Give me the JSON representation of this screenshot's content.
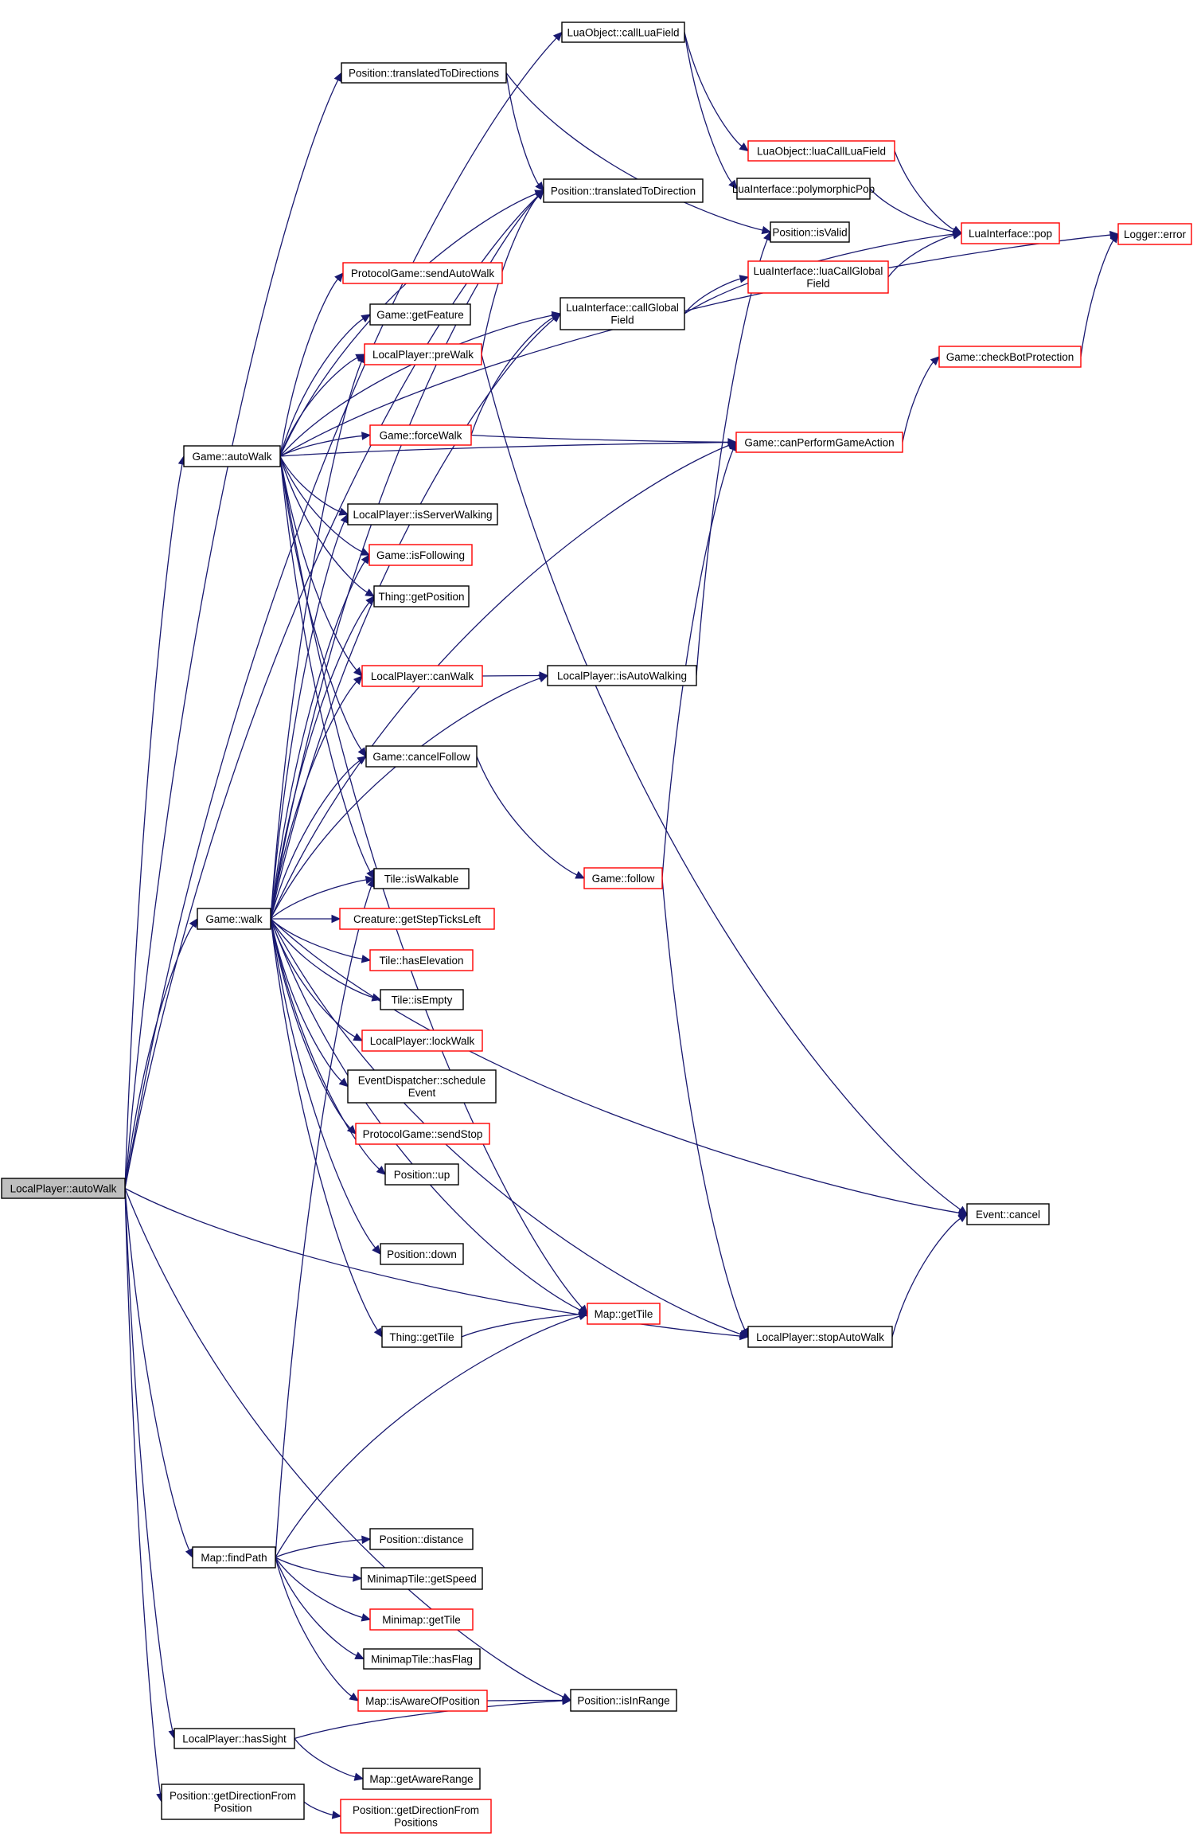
{
  "colors": {
    "edge": "#191970",
    "border_normal": "#000000",
    "border_truncated": "#ff0000",
    "root_fill": "#bfbfbf",
    "fill": "#ffffff"
  },
  "nodes": [
    {
      "id": "root",
      "label": [
        "LocalPlayer::autoWalk"
      ],
      "style": "root"
    },
    {
      "id": "lua_callLuaField",
      "label": [
        "LuaObject::callLuaField"
      ],
      "style": "normal"
    },
    {
      "id": "pos_translatedToDirections",
      "label": [
        "Position::translatedToDirections"
      ],
      "style": "normal"
    },
    {
      "id": "lua_luaCallLuaField",
      "label": [
        "LuaObject::luaCallLuaField"
      ],
      "style": "truncated"
    },
    {
      "id": "pos_translatedToDirection",
      "label": [
        "Position::translatedToDirection"
      ],
      "style": "normal"
    },
    {
      "id": "lua_polymorphicPop",
      "label": [
        "LuaInterface::polymorphicPop"
      ],
      "style": "normal"
    },
    {
      "id": "pos_isValid",
      "label": [
        "Position::isValid"
      ],
      "style": "normal"
    },
    {
      "id": "lua_pop",
      "label": [
        "LuaInterface::pop"
      ],
      "style": "truncated"
    },
    {
      "id": "logger_error",
      "label": [
        "Logger::error"
      ],
      "style": "truncated"
    },
    {
      "id": "pg_sendAutoWalk",
      "label": [
        "ProtocolGame::sendAutoWalk"
      ],
      "style": "truncated"
    },
    {
      "id": "lua_luaCallGlobalField",
      "label": [
        "LuaInterface::luaCallGlobal",
        "Field"
      ],
      "style": "truncated"
    },
    {
      "id": "lua_callGlobalField",
      "label": [
        "LuaInterface::callGlobal",
        "Field"
      ],
      "style": "normal"
    },
    {
      "id": "game_getFeature",
      "label": [
        "Game::getFeature"
      ],
      "style": "normal"
    },
    {
      "id": "lp_preWalk",
      "label": [
        "LocalPlayer::preWalk"
      ],
      "style": "truncated"
    },
    {
      "id": "game_checkBotProtection",
      "label": [
        "Game::checkBotProtection"
      ],
      "style": "truncated"
    },
    {
      "id": "game_autoWalk",
      "label": [
        "Game::autoWalk"
      ],
      "style": "normal"
    },
    {
      "id": "game_forceWalk",
      "label": [
        "Game::forceWalk"
      ],
      "style": "truncated"
    },
    {
      "id": "game_canPerformGameAction",
      "label": [
        "Game::canPerformGameAction"
      ],
      "style": "truncated"
    },
    {
      "id": "lp_isServerWalking",
      "label": [
        "LocalPlayer::isServerWalking"
      ],
      "style": "normal"
    },
    {
      "id": "game_isFollowing",
      "label": [
        "Game::isFollowing"
      ],
      "style": "truncated"
    },
    {
      "id": "thing_getPosition",
      "label": [
        "Thing::getPosition"
      ],
      "style": "normal"
    },
    {
      "id": "lp_canWalk",
      "label": [
        "LocalPlayer::canWalk"
      ],
      "style": "truncated"
    },
    {
      "id": "lp_isAutoWalking",
      "label": [
        "LocalPlayer::isAutoWalking"
      ],
      "style": "normal"
    },
    {
      "id": "game_cancelFollow",
      "label": [
        "Game::cancelFollow"
      ],
      "style": "normal"
    },
    {
      "id": "game_follow",
      "label": [
        "Game::follow"
      ],
      "style": "truncated"
    },
    {
      "id": "tile_isWalkable",
      "label": [
        "Tile::isWalkable"
      ],
      "style": "normal"
    },
    {
      "id": "game_walk",
      "label": [
        "Game::walk"
      ],
      "style": "normal"
    },
    {
      "id": "creature_getStepTicksLeft",
      "label": [
        "Creature::getStepTicksLeft"
      ],
      "style": "truncated"
    },
    {
      "id": "tile_hasElevation",
      "label": [
        "Tile::hasElevation"
      ],
      "style": "truncated"
    },
    {
      "id": "tile_isEmpty",
      "label": [
        "Tile::isEmpty"
      ],
      "style": "normal"
    },
    {
      "id": "lp_lockWalk",
      "label": [
        "LocalPlayer::lockWalk"
      ],
      "style": "truncated"
    },
    {
      "id": "ed_scheduleEvent",
      "label": [
        "EventDispatcher::schedule",
        "Event"
      ],
      "style": "normal"
    },
    {
      "id": "pg_sendStop",
      "label": [
        "ProtocolGame::sendStop"
      ],
      "style": "truncated"
    },
    {
      "id": "pos_up",
      "label": [
        "Position::up"
      ],
      "style": "normal"
    },
    {
      "id": "event_cancel",
      "label": [
        "Event::cancel"
      ],
      "style": "normal"
    },
    {
      "id": "pos_down",
      "label": [
        "Position::down"
      ],
      "style": "normal"
    },
    {
      "id": "map_getTile",
      "label": [
        "Map::getTile"
      ],
      "style": "truncated"
    },
    {
      "id": "thing_getTile",
      "label": [
        "Thing::getTile"
      ],
      "style": "normal"
    },
    {
      "id": "lp_stopAutoWalk",
      "label": [
        "LocalPlayer::stopAutoWalk"
      ],
      "style": "normal"
    },
    {
      "id": "pos_distance",
      "label": [
        "Position::distance"
      ],
      "style": "normal"
    },
    {
      "id": "map_findPath",
      "label": [
        "Map::findPath"
      ],
      "style": "normal"
    },
    {
      "id": "mmt_getSpeed",
      "label": [
        "MinimapTile::getSpeed"
      ],
      "style": "normal"
    },
    {
      "id": "minimap_getTile",
      "label": [
        "Minimap::getTile"
      ],
      "style": "truncated"
    },
    {
      "id": "mmt_hasFlag",
      "label": [
        "MinimapTile::hasFlag"
      ],
      "style": "normal"
    },
    {
      "id": "map_isAwareOfPosition",
      "label": [
        "Map::isAwareOfPosition"
      ],
      "style": "truncated"
    },
    {
      "id": "pos_isInRange",
      "label": [
        "Position::isInRange"
      ],
      "style": "normal"
    },
    {
      "id": "lp_hasSight",
      "label": [
        "LocalPlayer::hasSight"
      ],
      "style": "normal"
    },
    {
      "id": "map_getAwareRange",
      "label": [
        "Map::getAwareRange"
      ],
      "style": "normal"
    },
    {
      "id": "pos_getDirectionFromPosition",
      "label": [
        "Position::getDirectionFrom",
        "Position"
      ],
      "style": "normal"
    },
    {
      "id": "pos_getDirectionFromPositions",
      "label": [
        "Position::getDirectionFrom",
        "Positions"
      ],
      "style": "truncated"
    }
  ],
  "edges": [
    [
      "root",
      "lua_callLuaField"
    ],
    [
      "root",
      "pos_translatedToDirections"
    ],
    [
      "root",
      "pos_translatedToDirection"
    ],
    [
      "root",
      "game_autoWalk"
    ],
    [
      "root",
      "game_walk"
    ],
    [
      "root",
      "lp_stopAutoWalk"
    ],
    [
      "root",
      "pos_isInRange"
    ],
    [
      "root",
      "map_findPath"
    ],
    [
      "root",
      "lp_hasSight"
    ],
    [
      "root",
      "pos_getDirectionFromPosition"
    ],
    [
      "lua_callLuaField",
      "lua_luaCallLuaField"
    ],
    [
      "lua_callLuaField",
      "lua_polymorphicPop"
    ],
    [
      "lua_luaCallLuaField",
      "lua_pop"
    ],
    [
      "lua_polymorphicPop",
      "lua_pop"
    ],
    [
      "pos_translatedToDirections",
      "pos_translatedToDirection"
    ],
    [
      "pos_translatedToDirections",
      "pos_isValid"
    ],
    [
      "lua_callGlobalField",
      "lua_luaCallGlobalField"
    ],
    [
      "lua_callGlobalField",
      "lua_pop"
    ],
    [
      "lua_luaCallGlobalField",
      "lua_pop"
    ],
    [
      "game_checkBotProtection",
      "logger_error"
    ],
    [
      "game_canPerformGameAction",
      "game_checkBotProtection"
    ],
    [
      "game_autoWalk",
      "pos_translatedToDirection"
    ],
    [
      "game_autoWalk",
      "logger_error"
    ],
    [
      "game_autoWalk",
      "pg_sendAutoWalk"
    ],
    [
      "game_autoWalk",
      "lua_callGlobalField"
    ],
    [
      "game_autoWalk",
      "game_getFeature"
    ],
    [
      "game_autoWalk",
      "lp_preWalk"
    ],
    [
      "game_autoWalk",
      "game_forceWalk"
    ],
    [
      "game_autoWalk",
      "game_canPerformGameAction"
    ],
    [
      "game_autoWalk",
      "lp_isServerWalking"
    ],
    [
      "game_autoWalk",
      "game_isFollowing"
    ],
    [
      "game_autoWalk",
      "thing_getPosition"
    ],
    [
      "game_autoWalk",
      "lp_canWalk"
    ],
    [
      "game_autoWalk",
      "game_cancelFollow"
    ],
    [
      "game_autoWalk",
      "tile_isWalkable"
    ],
    [
      "game_autoWalk",
      "map_getTile"
    ],
    [
      "lp_preWalk",
      "pos_translatedToDirection"
    ],
    [
      "lp_preWalk",
      "event_cancel"
    ],
    [
      "game_forceWalk",
      "lua_callGlobalField"
    ],
    [
      "game_forceWalk",
      "game_canPerformGameAction"
    ],
    [
      "lp_canWalk",
      "lp_isAutoWalking"
    ],
    [
      "lp_isAutoWalking",
      "pos_isValid"
    ],
    [
      "game_cancelFollow",
      "game_follow"
    ],
    [
      "game_follow",
      "game_canPerformGameAction"
    ],
    [
      "game_follow",
      "lp_stopAutoWalk"
    ],
    [
      "game_walk",
      "pos_translatedToDirection"
    ],
    [
      "game_walk",
      "lua_callGlobalField"
    ],
    [
      "game_walk",
      "lp_preWalk"
    ],
    [
      "game_walk",
      "game_canPerformGameAction"
    ],
    [
      "game_walk",
      "lp_isServerWalking"
    ],
    [
      "game_walk",
      "game_isFollowing"
    ],
    [
      "game_walk",
      "thing_getPosition"
    ],
    [
      "game_walk",
      "lp_canWalk"
    ],
    [
      "game_walk",
      "lp_isAutoWalking"
    ],
    [
      "game_walk",
      "game_cancelFollow"
    ],
    [
      "game_walk",
      "tile_isWalkable"
    ],
    [
      "game_walk",
      "creature_getStepTicksLeft"
    ],
    [
      "game_walk",
      "tile_hasElevation"
    ],
    [
      "game_walk",
      "tile_isEmpty"
    ],
    [
      "game_walk",
      "lp_lockWalk"
    ],
    [
      "game_walk",
      "ed_scheduleEvent"
    ],
    [
      "game_walk",
      "pg_sendStop"
    ],
    [
      "game_walk",
      "pos_up"
    ],
    [
      "game_walk",
      "event_cancel"
    ],
    [
      "game_walk",
      "pos_down"
    ],
    [
      "game_walk",
      "map_getTile"
    ],
    [
      "game_walk",
      "thing_getTile"
    ],
    [
      "game_walk",
      "lp_stopAutoWalk"
    ],
    [
      "thing_getTile",
      "map_getTile"
    ],
    [
      "lp_stopAutoWalk",
      "event_cancel"
    ],
    [
      "map_findPath",
      "tile_isWalkable"
    ],
    [
      "map_findPath",
      "map_getTile"
    ],
    [
      "map_findPath",
      "pos_distance"
    ],
    [
      "map_findPath",
      "mmt_getSpeed"
    ],
    [
      "map_findPath",
      "minimap_getTile"
    ],
    [
      "map_findPath",
      "mmt_hasFlag"
    ],
    [
      "map_findPath",
      "map_isAwareOfPosition"
    ],
    [
      "map_isAwareOfPosition",
      "pos_isInRange"
    ],
    [
      "lp_hasSight",
      "pos_isInRange"
    ],
    [
      "lp_hasSight",
      "map_getAwareRange"
    ],
    [
      "pos_getDirectionFromPosition",
      "pos_getDirectionFromPositions"
    ]
  ]
}
